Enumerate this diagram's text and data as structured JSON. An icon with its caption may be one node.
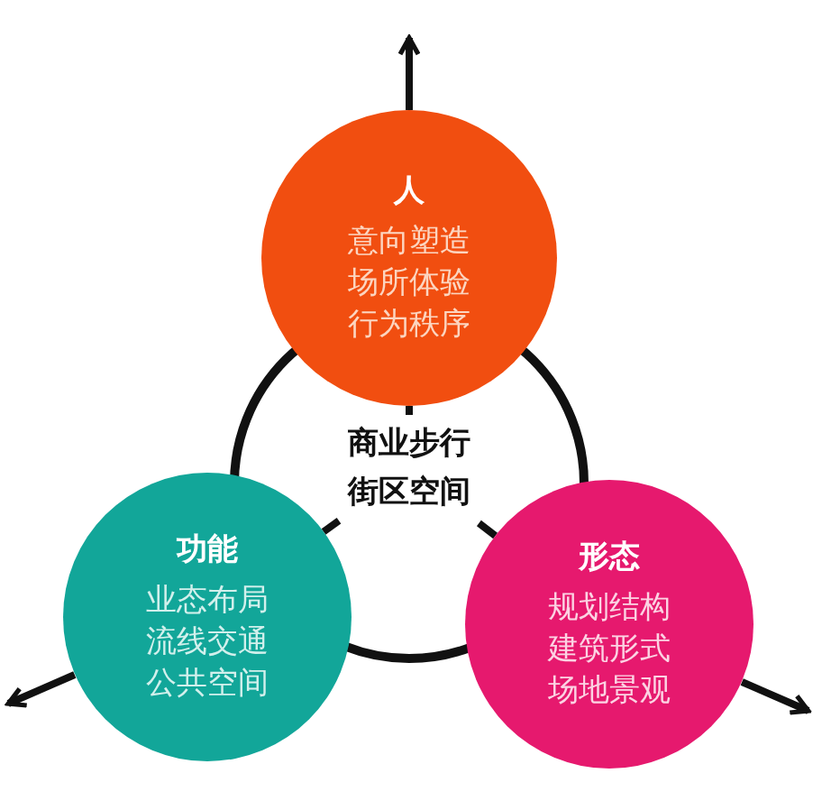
{
  "diagram": {
    "nodes": [
      {
        "text": [
          "人",
          "意向塑造场所体验行为秩序"
        ]
      },
      {
        "text": [
          "功能",
          "业态布局流线交通公共空间"
        ]
      },
      {
        "text": [
          "形态",
          "规划结构建筑形式场地景观"
        ]
      },
      {
        "text": [
          "商业步行街区空间"
        ]
      }
    ],
    "edges": [
      {
        "from": 0,
        "to": null,
        "arrow": "to"
      },
      {
        "from": 1,
        "to": null,
        "arrow": "to"
      },
      {
        "from": 2,
        "to": null,
        "arrow": "to"
      },
      {
        "from": 0,
        "to": 3,
        "arrow": "none"
      },
      {
        "from": 1,
        "to": 3,
        "arrow": "none"
      },
      {
        "from": 2,
        "to": 3,
        "arrow": "none"
      }
    ]
  }
}
